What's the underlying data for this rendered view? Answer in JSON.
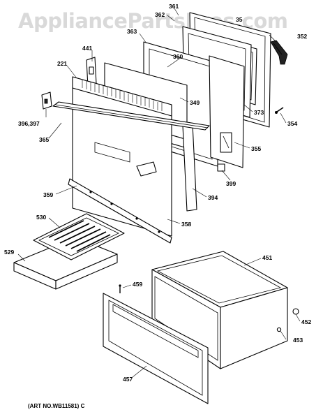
{
  "watermark": "AppliancePartsPros.com",
  "art_number": "(ART NO.WB11581) C",
  "callouts": {
    "c361": "361",
    "c362": "362",
    "c35x": "35",
    "c352": "352",
    "c363": "363",
    "c441": "441",
    "c360": "360",
    "c221": "221",
    "c349": "349",
    "c373": "373",
    "c354": "354",
    "c396": "396,397",
    "c365": "365",
    "c355": "355",
    "c399": "399",
    "c394": "394",
    "c359": "359",
    "c358": "358",
    "c530": "530",
    "c529": "529",
    "c451": "451",
    "c459": "459",
    "c452": "452",
    "c453": "453",
    "c457": "457"
  }
}
